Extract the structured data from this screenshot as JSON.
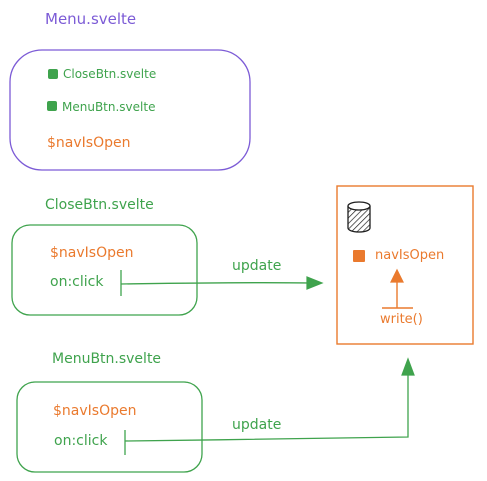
{
  "menu": {
    "title": "Menu.svelte",
    "items": [
      "CloseBtn.svelte",
      "MenuBtn.svelte"
    ],
    "store_ref": "$navIsOpen"
  },
  "close_btn": {
    "title": "CloseBtn.svelte",
    "store_ref": "$navIsOpen",
    "handler": "on:click"
  },
  "menu_btn": {
    "title": "MenuBtn.svelte",
    "store_ref": "$navIsOpen",
    "handler": "on:click"
  },
  "store": {
    "name": "navIsOpen",
    "method": "write()",
    "icon": "database-icon"
  },
  "edges": {
    "close_label": "update",
    "menu_label": "update"
  },
  "colors": {
    "purple": "#7c5bd6",
    "green": "#3fa34d",
    "orange": "#ea7a2e",
    "ink": "#1e1e1e"
  }
}
